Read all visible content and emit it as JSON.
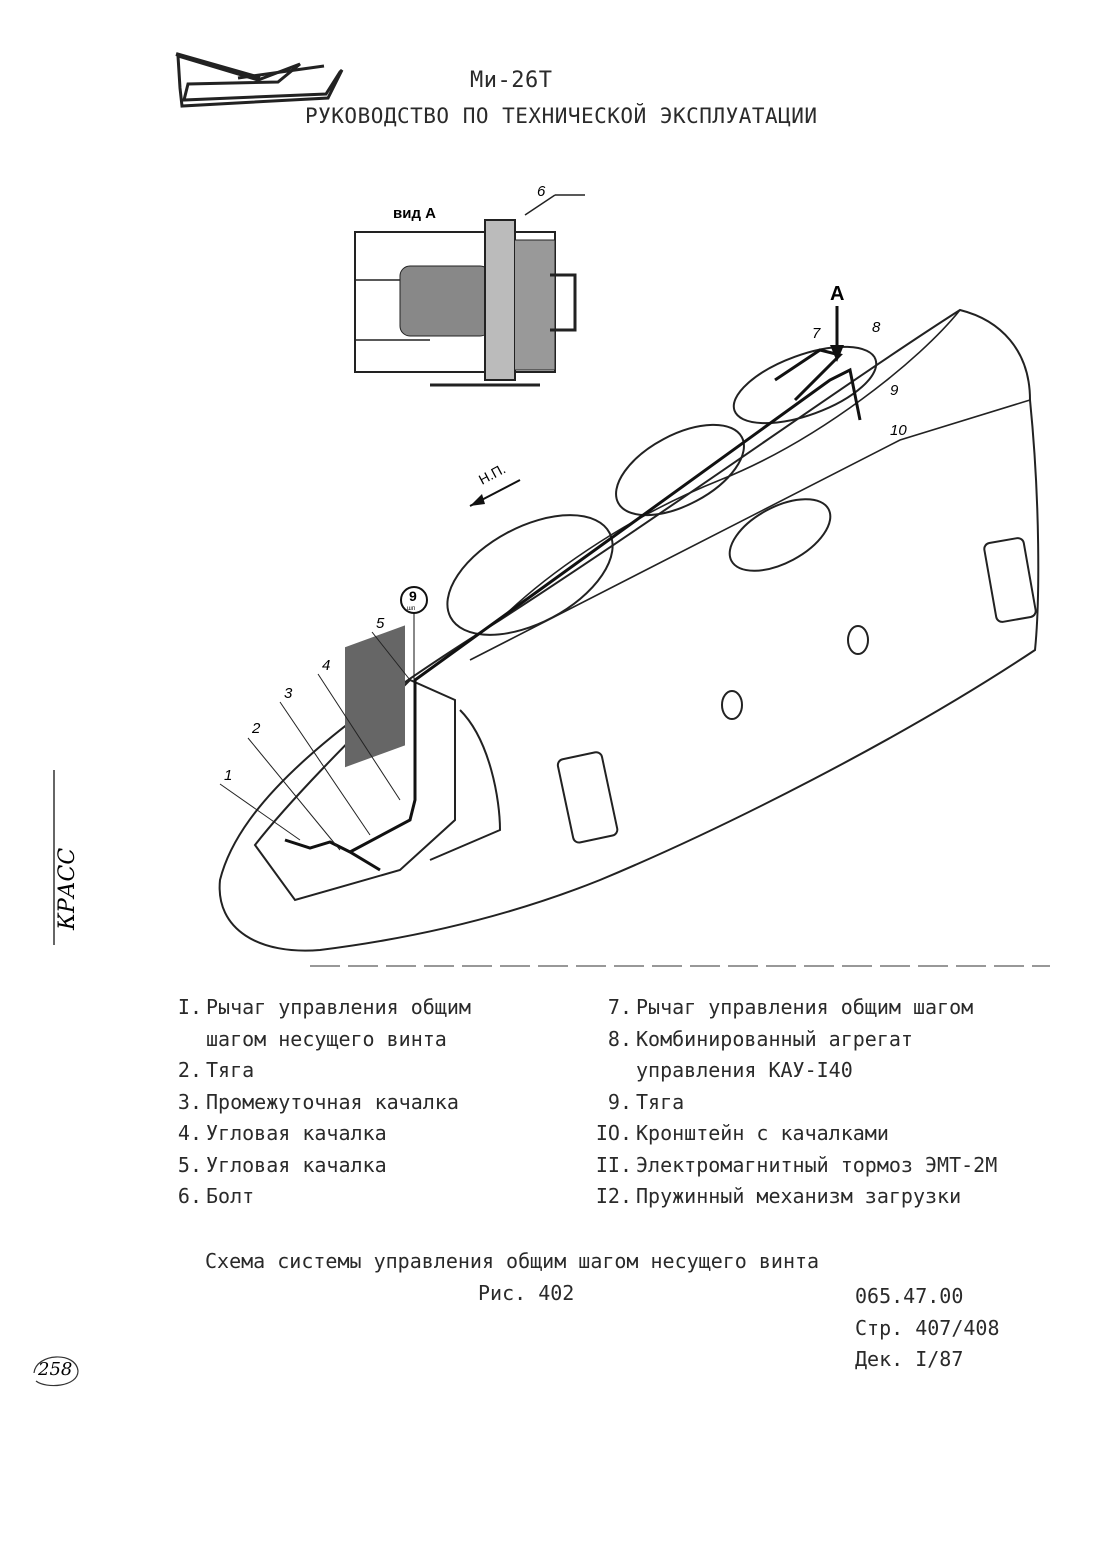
{
  "header": {
    "model": "Ми-26Т",
    "manual_title": "РУКОВОДСТВО ПО ТЕХНИЧЕСКОЙ ЭКСПЛУАТАЦИИ"
  },
  "figure": {
    "view_label": "вид А",
    "callouts": [
      "1",
      "2",
      "3",
      "4",
      "5",
      "6",
      "7",
      "8",
      "9",
      "10"
    ],
    "circled_callout": "9",
    "circled_sub": "шп",
    "arrow_label": "А",
    "direction_label": "Н.П."
  },
  "legend_left": [
    {
      "num": "I.",
      "text": "Рычаг управления общим"
    },
    {
      "num": "",
      "text": "шагом несущего винта"
    },
    {
      "num": "2.",
      "text": "Тяга"
    },
    {
      "num": "3.",
      "text": "Промежуточная качалка"
    },
    {
      "num": "4.",
      "text": "Угловая качалка"
    },
    {
      "num": "5.",
      "text": "Угловая качалка"
    },
    {
      "num": "6.",
      "text": "Болт"
    }
  ],
  "legend_right": [
    {
      "num": "7.",
      "text": "Рычаг управления общим шагом"
    },
    {
      "num": "8.",
      "text": "Комбинированный агрегат"
    },
    {
      "num": "",
      "text": "управления КАУ-I40"
    },
    {
      "num": "9.",
      "text": "Тяга"
    },
    {
      "num": "IO.",
      "text": "Кронштейн с качалками"
    },
    {
      "num": "II.",
      "text": "Электромагнитный тормоз ЭМТ-2М"
    },
    {
      "num": "I2.",
      "text": "Пружинный механизм загрузки"
    }
  ],
  "caption": "Схема системы управления общим шагом несущего винта",
  "figure_number": "Рис. 402",
  "doc_code": "065.47.00",
  "page_ref": "Стр. 407/408",
  "date_ref": "Дек. I/87",
  "handwritten_page": "258",
  "margin_handwriting": "КРАСС"
}
